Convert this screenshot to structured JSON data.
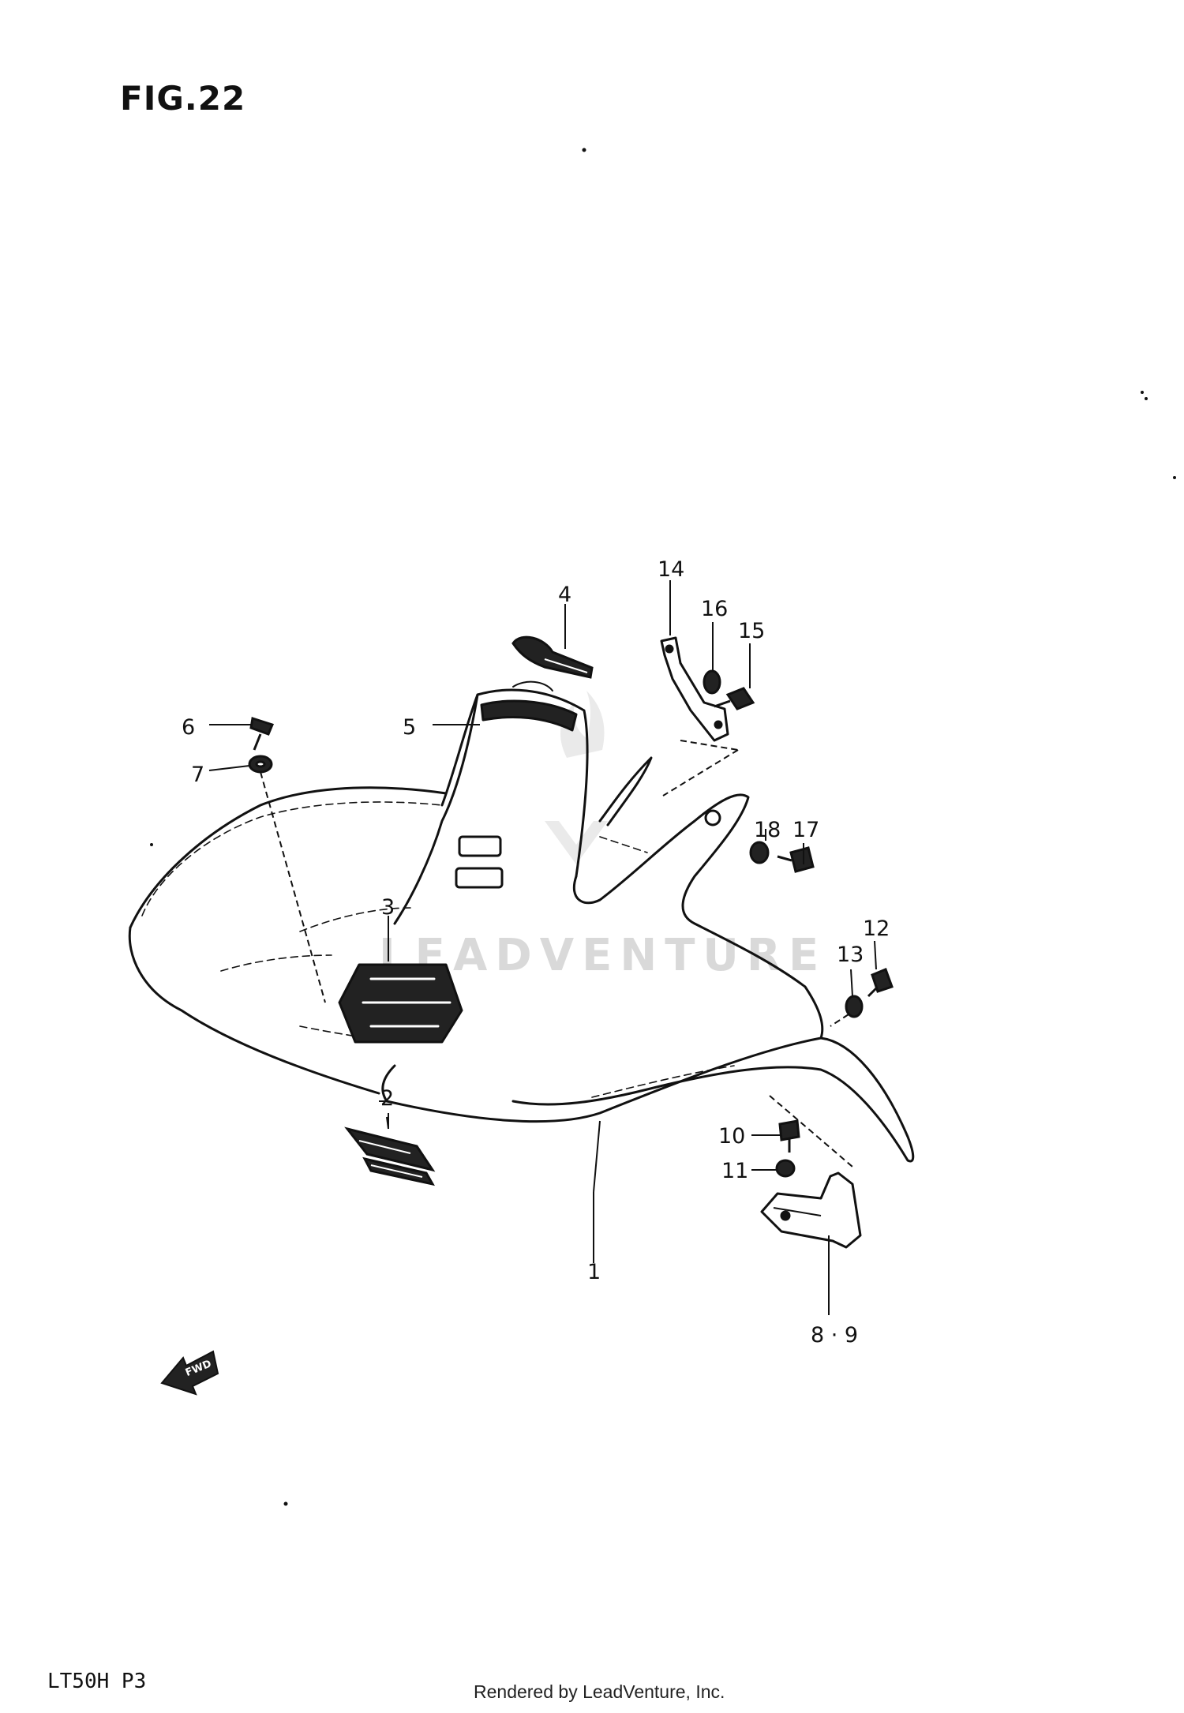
{
  "figure": {
    "title": "FIG.22",
    "model_code": "LT50H P3",
    "credit": "Rendered by LeadVenture, Inc.",
    "watermark": "LEADVENTURE",
    "fwd_label": "FWD"
  },
  "callouts": [
    "1",
    "2",
    "3",
    "4",
    "5",
    "6",
    "7",
    "8 · 9",
    "10",
    "11",
    "12",
    "13",
    "14",
    "15",
    "16",
    "17",
    "18"
  ],
  "icons": [
    "fwd-arrow-icon",
    "leadventure-logo-icon"
  ]
}
